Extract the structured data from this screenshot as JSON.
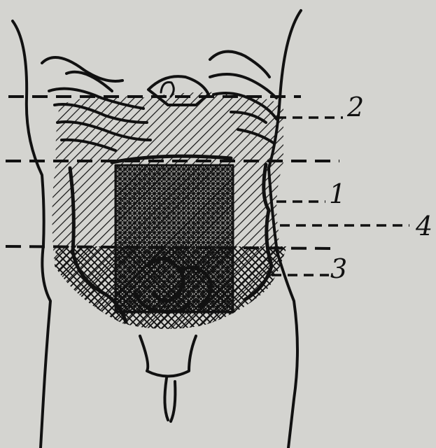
{
  "figure": {
    "labels": [
      "2",
      "1",
      "4",
      "3"
    ],
    "colors": {
      "paper": "#d4d4d0",
      "ink": "#111111"
    }
  }
}
